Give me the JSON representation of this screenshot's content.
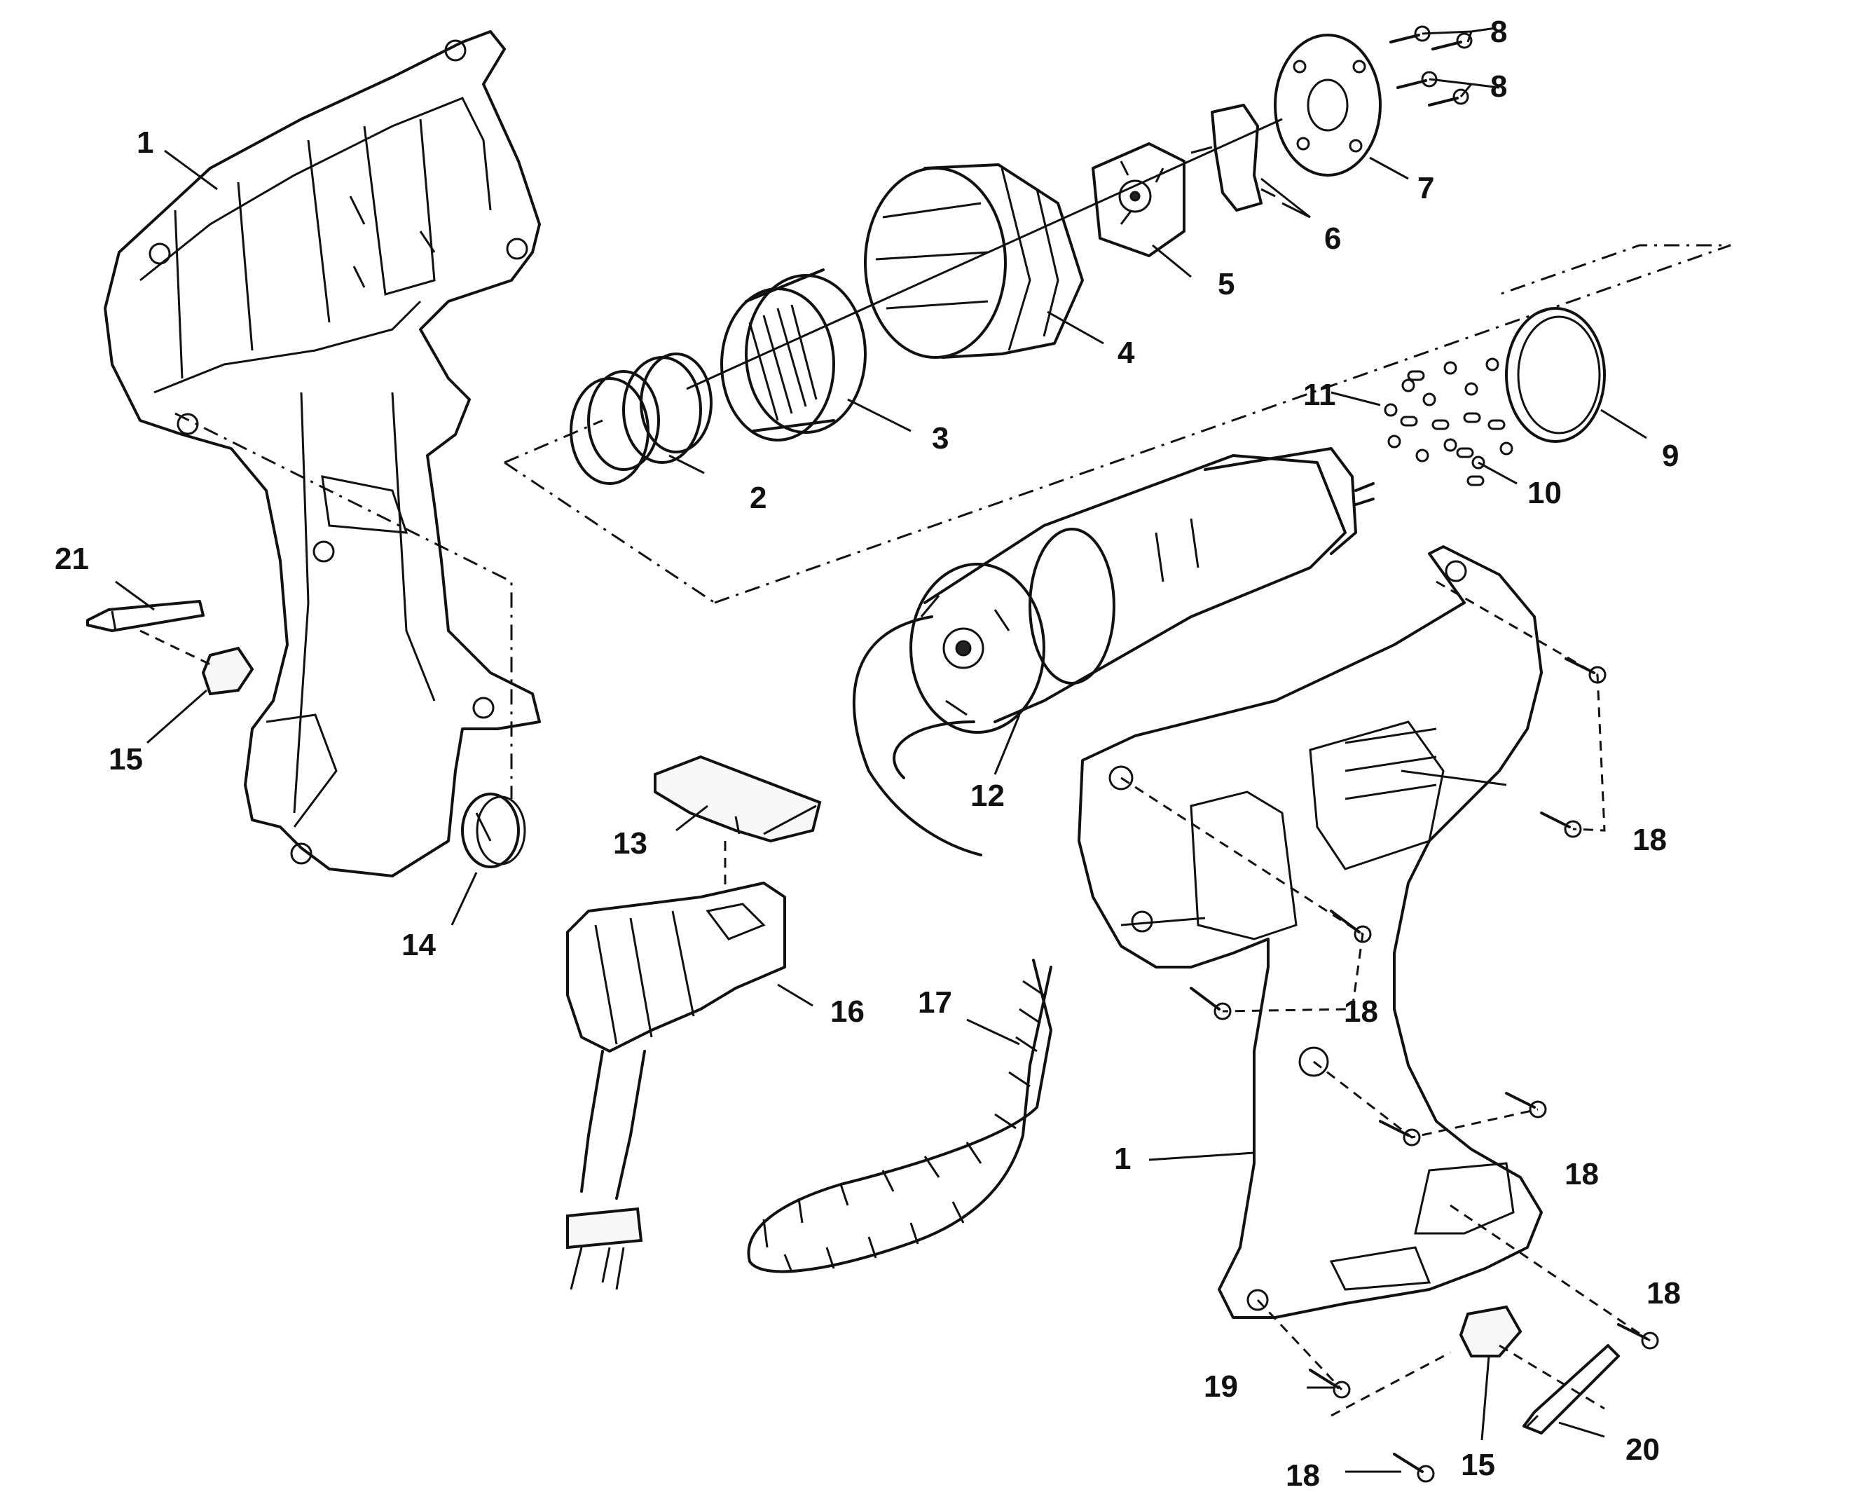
{
  "callouts": [
    {
      "id": "c1a",
      "text": "1"
    },
    {
      "id": "c1b",
      "text": "1"
    },
    {
      "id": "c2",
      "text": "2"
    },
    {
      "id": "c3",
      "text": "3"
    },
    {
      "id": "c4",
      "text": "4"
    },
    {
      "id": "c5",
      "text": "5"
    },
    {
      "id": "c6",
      "text": "6"
    },
    {
      "id": "c7",
      "text": "7"
    },
    {
      "id": "c8a",
      "text": "8"
    },
    {
      "id": "c8b",
      "text": "8"
    },
    {
      "id": "c9",
      "text": "9"
    },
    {
      "id": "c10",
      "text": "10"
    },
    {
      "id": "c11",
      "text": "11"
    },
    {
      "id": "c12",
      "text": "12"
    },
    {
      "id": "c13",
      "text": "13"
    },
    {
      "id": "c14",
      "text": "14"
    },
    {
      "id": "c15a",
      "text": "15"
    },
    {
      "id": "c15b",
      "text": "15"
    },
    {
      "id": "c16",
      "text": "16"
    },
    {
      "id": "c17",
      "text": "17"
    },
    {
      "id": "c18a",
      "text": "18"
    },
    {
      "id": "c18b",
      "text": "18"
    },
    {
      "id": "c18c",
      "text": "18"
    },
    {
      "id": "c18d",
      "text": "18"
    },
    {
      "id": "c18e",
      "text": "18"
    },
    {
      "id": "c19",
      "text": "19"
    },
    {
      "id": "c20",
      "text": "20"
    },
    {
      "id": "c21",
      "text": "21"
    }
  ]
}
